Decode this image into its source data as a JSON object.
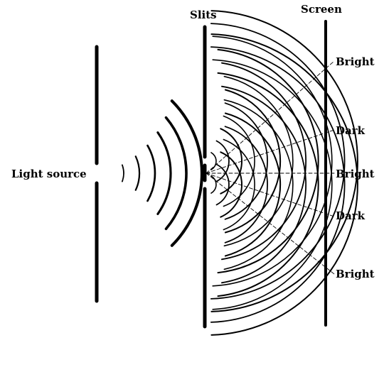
{
  "labels": {
    "slits": "Slits",
    "screen": "Screen",
    "light_source": "Light source",
    "fringes": [
      "Bright",
      "Dark",
      "Bright",
      "Dark",
      "Bright"
    ]
  },
  "colors": {
    "ink": "#000000",
    "background": "#ffffff"
  },
  "elements": {
    "incident_wavefronts": 6,
    "slit_count": 2,
    "wavefronts_per_slit": 12
  }
}
